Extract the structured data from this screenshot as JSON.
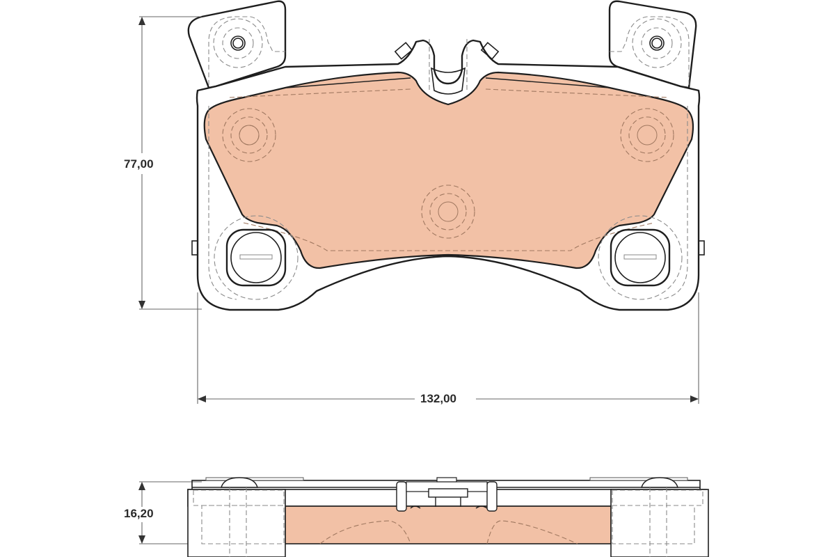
{
  "drawing": {
    "subject": "Brake pad technical drawing",
    "colors": {
      "friction_material": "#f2c1a6",
      "outline": "#1e1e1e",
      "hidden_line": "#8a8a8a",
      "dimension_line": "#555555",
      "background": "#ffffff"
    },
    "dimensions": {
      "height": "77,00",
      "width": "132,00",
      "thickness": "16,20"
    },
    "views": [
      "front-view",
      "side-view"
    ]
  }
}
